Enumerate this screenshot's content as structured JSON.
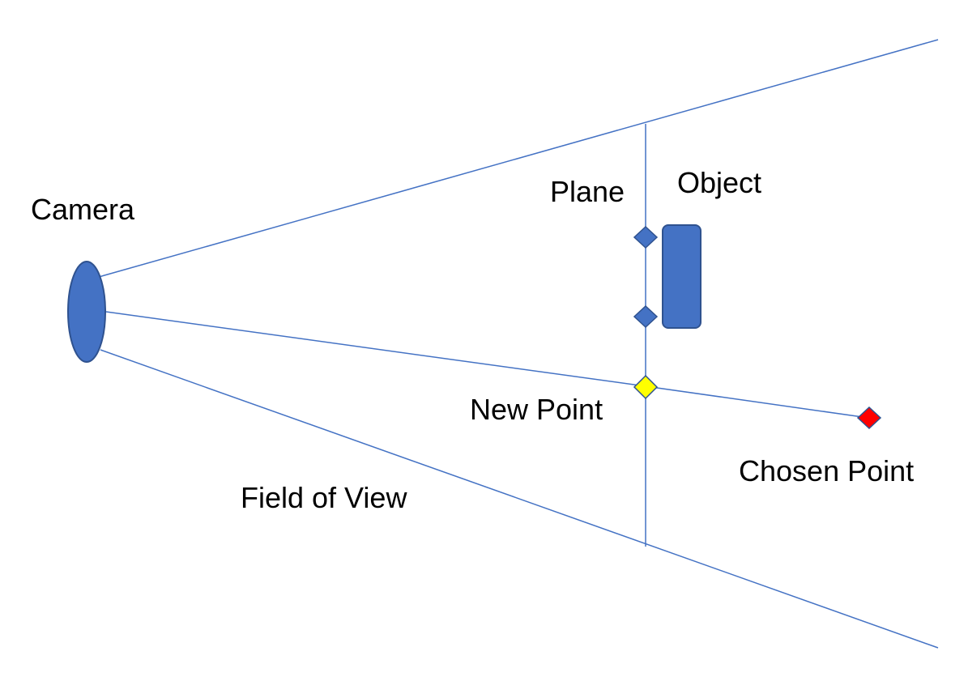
{
  "labels": {
    "camera": "Camera",
    "plane": "Plane",
    "object": "Object",
    "new_point": "New Point",
    "chosen_point": "Chosen Point",
    "field_of_view": "Field of View"
  },
  "colors": {
    "line": "#4472c4",
    "shape_fill": "#4472c4",
    "shape_stroke": "#2f528f",
    "new_point": "#ffff00",
    "chosen_point": "#ff0000",
    "text": "#000000"
  }
}
